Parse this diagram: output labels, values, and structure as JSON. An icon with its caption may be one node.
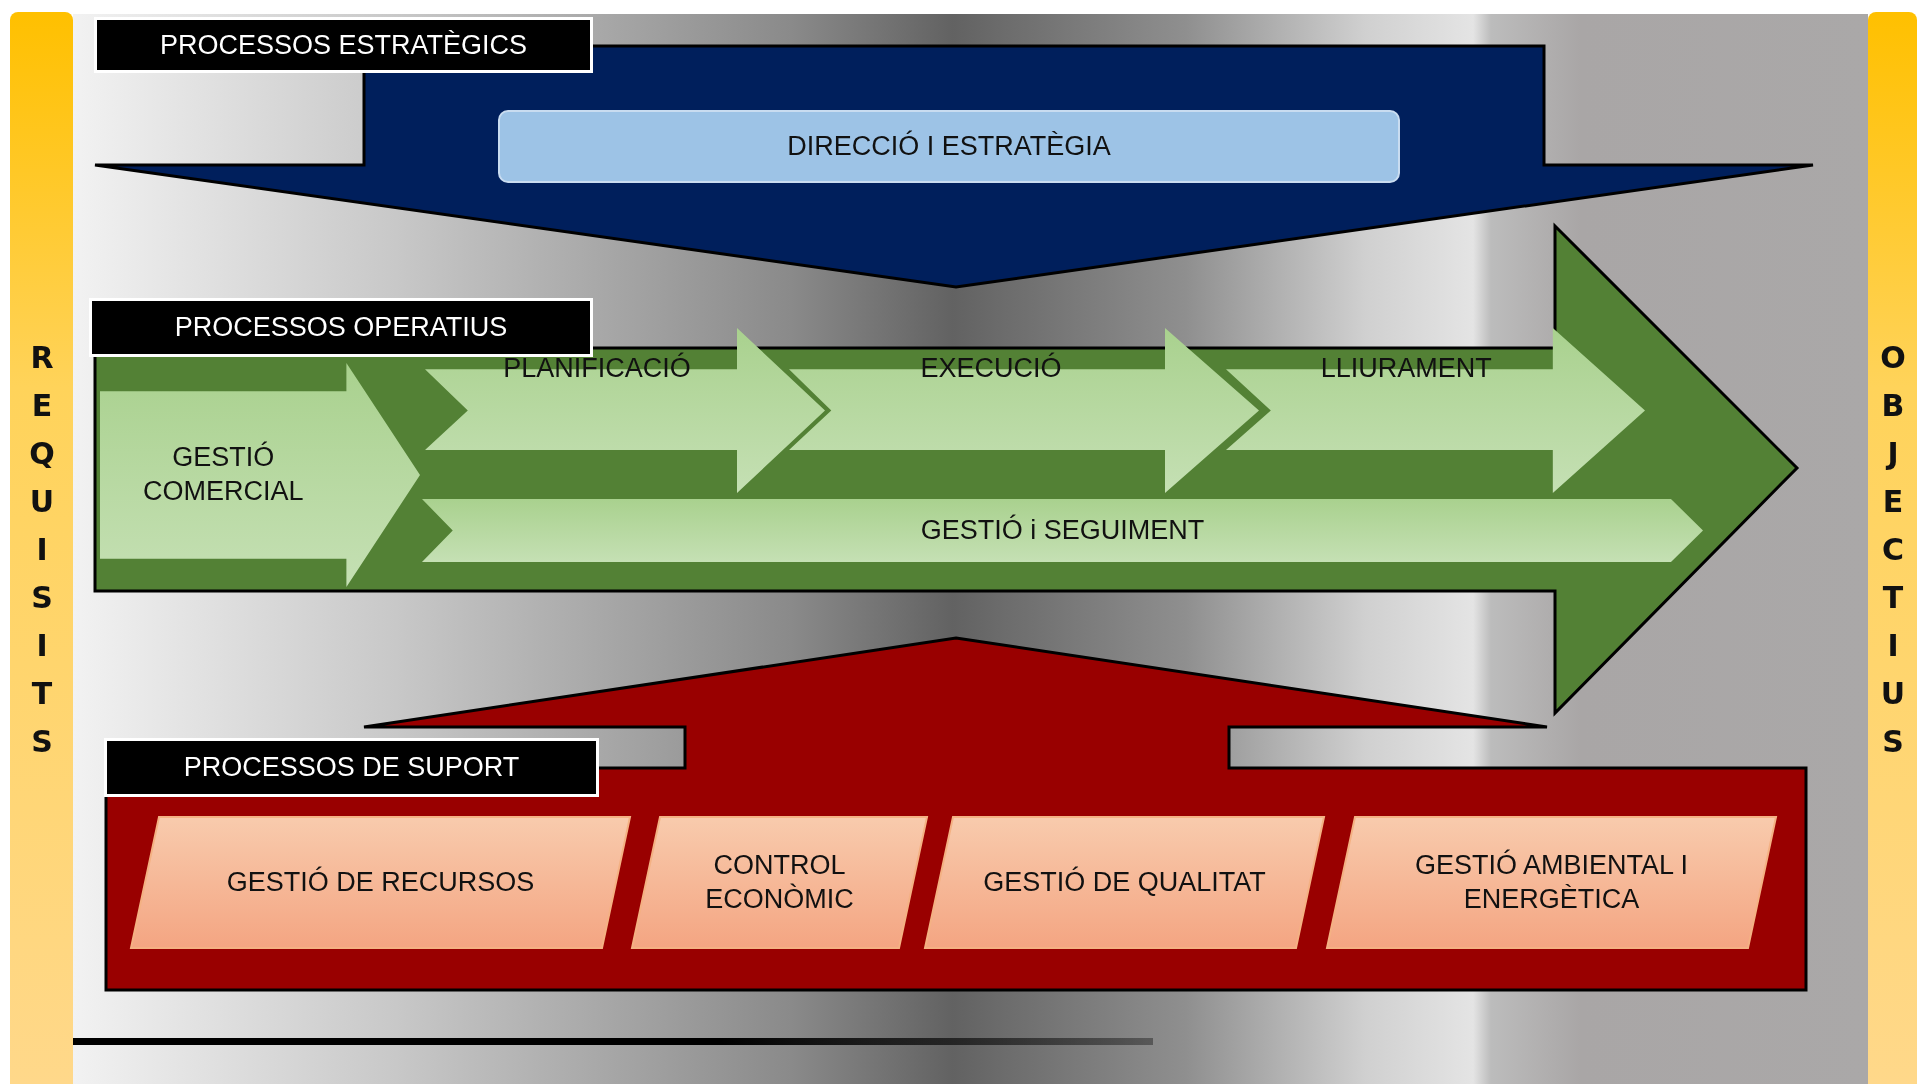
{
  "diagram": {
    "nodes": [
      {
        "text": [
          "PROCESSOS ESTRATÈGICS"
        ]
      },
      {
        "text": [
          "DIRECCIÓ I ESTRATÈGIA"
        ],
        "in": 0
      },
      {
        "text": [
          "PROCESSOS OPERATIUS"
        ]
      },
      {
        "text": [
          "GESTIÓ COMERCIAL"
        ],
        "in": 2
      },
      {
        "text": [
          "PLANIFICACIÓ"
        ],
        "in": 2
      },
      {
        "text": [
          "EXECUCIÓ"
        ],
        "in": 2
      },
      {
        "text": [
          "LLIURAMENT"
        ],
        "in": 2
      },
      {
        "text": [
          "GESTIÓ i SEGUIMENT"
        ],
        "in": 2
      },
      {
        "text": [
          "PROCESSOS DE SUPORT"
        ]
      },
      {
        "text": [
          "GESTIÓ DE RECURSOS"
        ],
        "in": 8
      },
      {
        "text": [
          "CONTROL ECONÒMIC"
        ],
        "in": 8
      },
      {
        "text": [
          "GESTIÓ DE QUALITAT"
        ],
        "in": 8
      },
      {
        "text": [
          "GESTIÓ AMBIENTAL I ENERGÈTICA"
        ],
        "in": 8
      },
      {
        "text": [
          "REQUISITS"
        ]
      },
      {
        "text": [
          "OBJECTIUS"
        ]
      }
    ]
  }
}
